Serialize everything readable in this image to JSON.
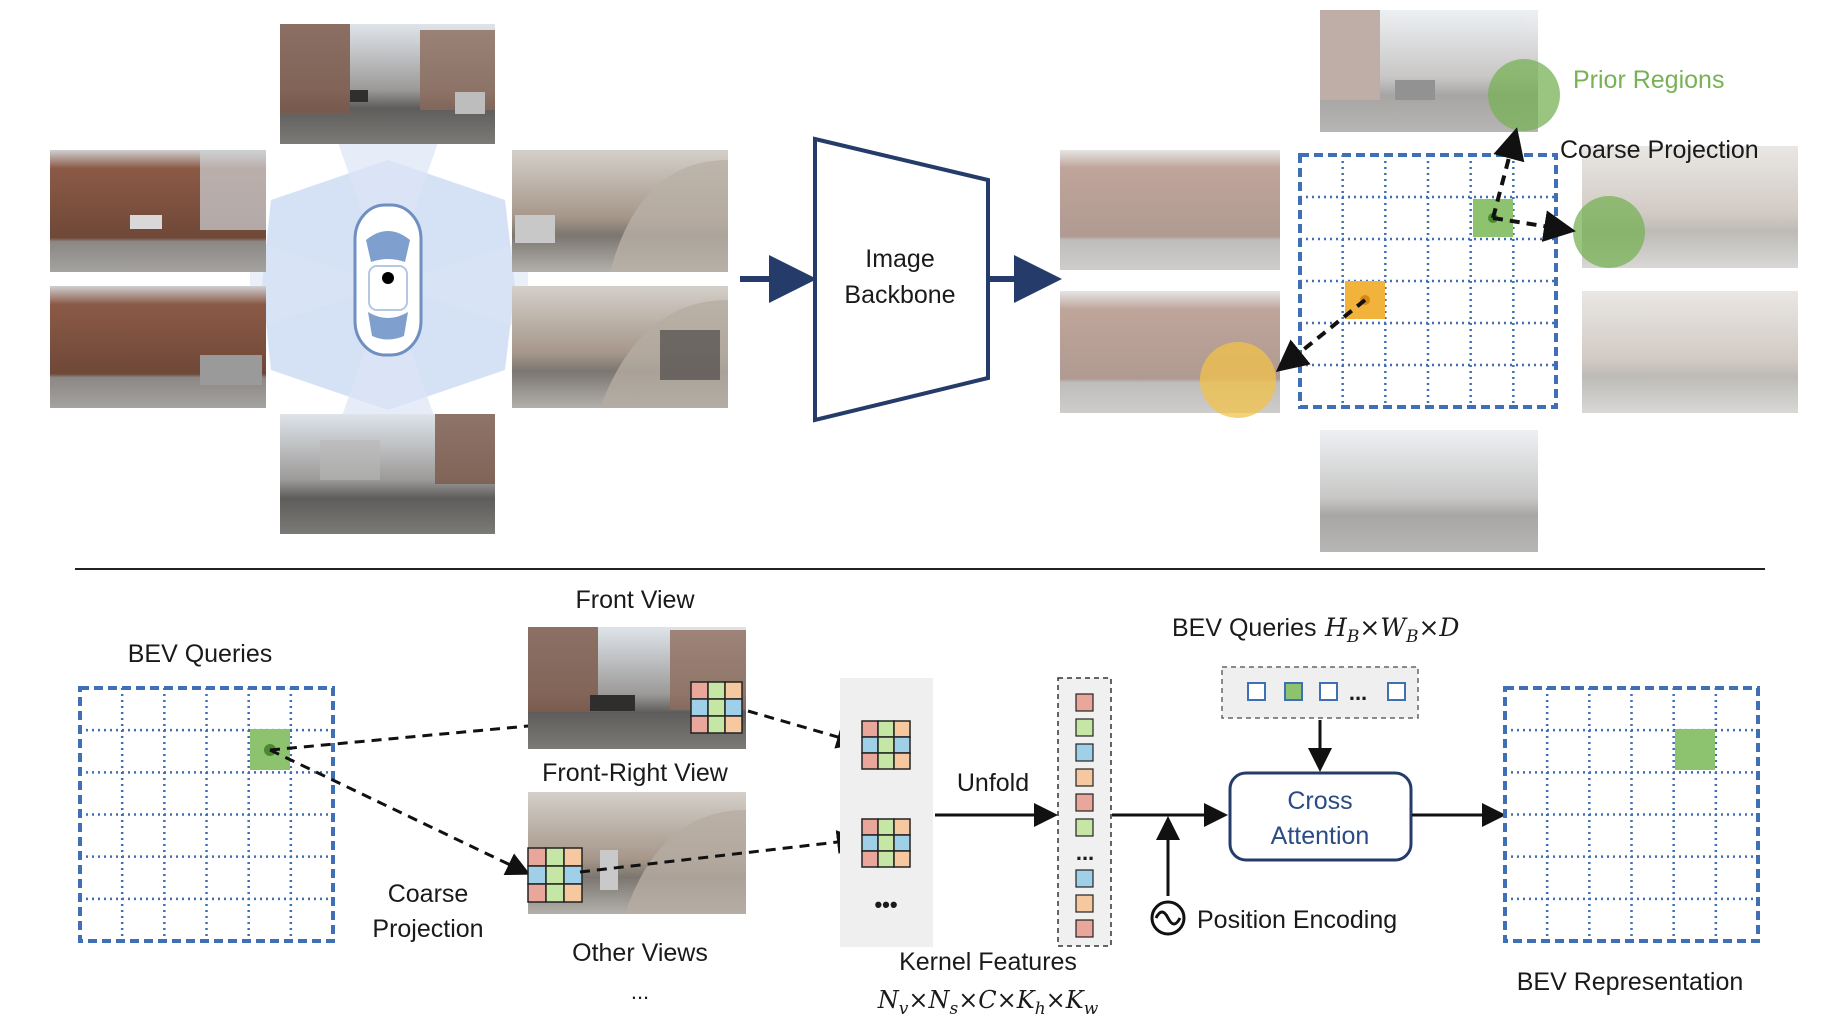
{
  "labels": {
    "image_backbone_line1": "Image",
    "image_backbone_line2": "Backbone",
    "prior_regions": "Prior Regions",
    "coarse_projection_top": "Coarse Projection",
    "bev_queries_left": "BEV Queries",
    "front_view": "Front View",
    "front_right_view": "Front-Right View",
    "other_views": "Other Views",
    "other_views_dots": "...",
    "coarse_projection_bottom_line1": "Coarse",
    "coarse_projection_bottom_line2": "Projection",
    "kernel_dots": "•••",
    "unfold": "Unfold",
    "kernel_features": "Kernel Features",
    "kernel_features_dims": "Nᵥ×Nₛ×C×Kₕ×K_w",
    "bev_queries_top": "BEV Queries",
    "bev_queries_dims": "H_B×W_B×D",
    "query_strip_dots": "...",
    "cross_attention_line1": "Cross",
    "cross_attention_line2": "Attention",
    "position_encoding": "Position Encoding",
    "bev_representation": "BEV Representation",
    "column_ellipsis": "..."
  },
  "colors": {
    "grid_blue": "#3f6fb5",
    "navy_arrow": "#253c6b",
    "query_green": "#8dc26f",
    "query_yellow": "#f2b33d",
    "prior_green_text": "#77b255",
    "kernel_red": "#e9a79c",
    "kernel_blue": "#9fd0e8",
    "kernel_green": "#c6e6a6",
    "kernel_orange": "#f6c8a0",
    "panel_gray": "#efefef",
    "camera_fov": "#c7d8f1"
  },
  "icons": [
    "car-top-view-icon",
    "sine-wave-icon"
  ]
}
